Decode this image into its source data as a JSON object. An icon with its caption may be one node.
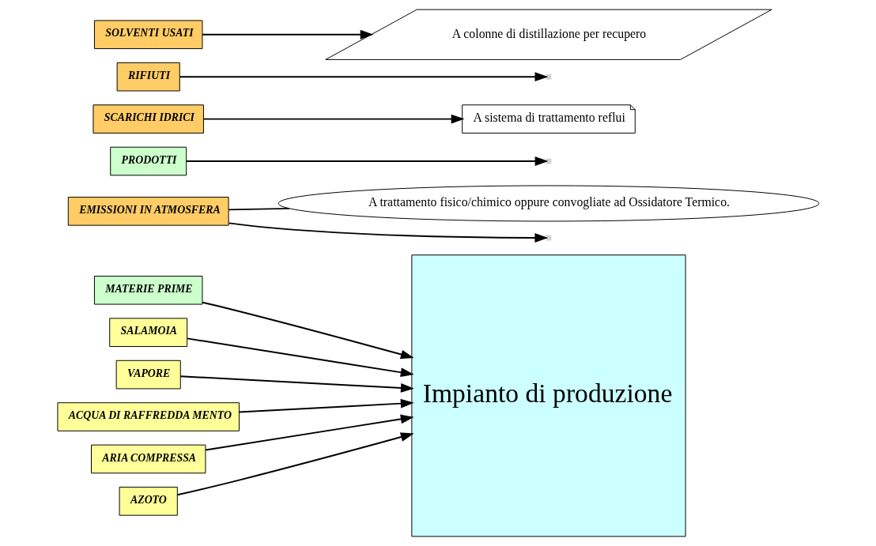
{
  "diagram": {
    "nodes": [
      {
        "text": [
          "MATERIE PRIME"
        ]
      },
      {
        "text": [
          "EMISSIONI IN ATMOSFERA"
        ]
      },
      {
        "text": [
          "A trattamento fisico/chimico oppure convogliate ad Ossidatore Termico."
        ]
      },
      {
        "text": [
          "Impianto di produzione"
        ]
      },
      {
        "text": [
          "SALAMOIA"
        ]
      },
      {
        "text": [
          "VAPORE"
        ]
      },
      {
        "text": [
          "ACQUA DI RAFFREDDA MENTO"
        ]
      },
      {
        "text": [
          "ARIA COMPRESSA"
        ]
      },
      {
        "text": [
          "AZOTO"
        ]
      },
      {
        "text": [
          "PRODOTTI"
        ]
      },
      {
        "text": [
          "SCARICHI IDRICI"
        ]
      },
      {
        "text": [
          "RIFIUTI"
        ]
      },
      {
        "text": [
          "SOLVENTI USATI"
        ]
      },
      {
        "text": [
          "A sistema di trattamento reflui"
        ]
      },
      {
        "text": [
          "A colonne di distillazione per recupero"
        ]
      }
    ],
    "edges": [
      {
        "from": 0,
        "to": 3,
        "arrow": "to"
      },
      {
        "from": 1,
        "to": null,
        "arrow": "to"
      },
      {
        "from": 1,
        "to": 2,
        "arrow": "none"
      },
      {
        "from": 4,
        "to": 3,
        "arrow": "to"
      },
      {
        "from": 5,
        "to": 3,
        "arrow": "to"
      },
      {
        "from": 6,
        "to": 3,
        "arrow": "to"
      },
      {
        "from": 7,
        "to": 3,
        "arrow": "to"
      },
      {
        "from": 8,
        "to": 3,
        "arrow": "to"
      },
      {
        "from": 9,
        "to": null,
        "arrow": "to"
      },
      {
        "from": 10,
        "to": 13,
        "arrow": "to"
      },
      {
        "from": 11,
        "to": null,
        "arrow": "to"
      },
      {
        "from": 12,
        "to": 14,
        "arrow": "to"
      }
    ]
  }
}
